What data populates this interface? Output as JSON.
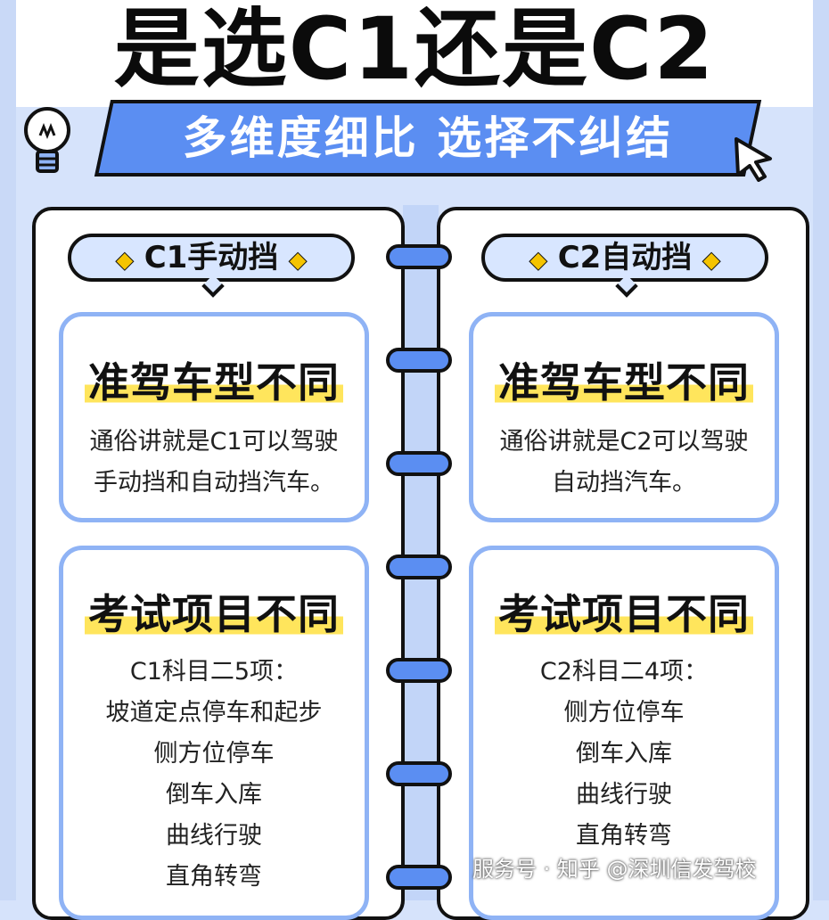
{
  "title": "是选C1还是C2",
  "subtitle": "多维度细比 选择不纠结",
  "icons": {
    "decor_left": "lightbulb-icon",
    "decor_right": "cursor-arrow-icon",
    "pill_marks": "star-icon"
  },
  "colors": {
    "accent_blue": "#5b8ef2",
    "highlight_yellow": "#ffe55c",
    "card_border": "#8fb3f5",
    "pill_bg": "#d8e6ff"
  },
  "left": {
    "label": "C1手动挡",
    "card1": {
      "heading": "准驾车型不同",
      "lines": [
        "通俗讲就是C1可以驾驶",
        "手动挡和自动挡汽车。"
      ]
    },
    "card2": {
      "heading": "考试项目不同",
      "lines": [
        "C1科目二5项：",
        "坡道定点停车和起步",
        "侧方位停车",
        "倒车入库",
        "曲线行驶",
        "直角转弯"
      ]
    }
  },
  "right": {
    "label": "C2自动挡",
    "card1": {
      "heading": "准驾车型不同",
      "lines": [
        "通俗讲就是C2可以驾驶",
        "自动挡汽车。"
      ]
    },
    "card2": {
      "heading": "考试项目不同",
      "lines": [
        "C2科目二4项：",
        "侧方位停车",
        "倒车入库",
        "曲线行驶",
        "直角转弯"
      ]
    }
  },
  "watermark": "服务号 · 知乎 @深圳信发驾校"
}
